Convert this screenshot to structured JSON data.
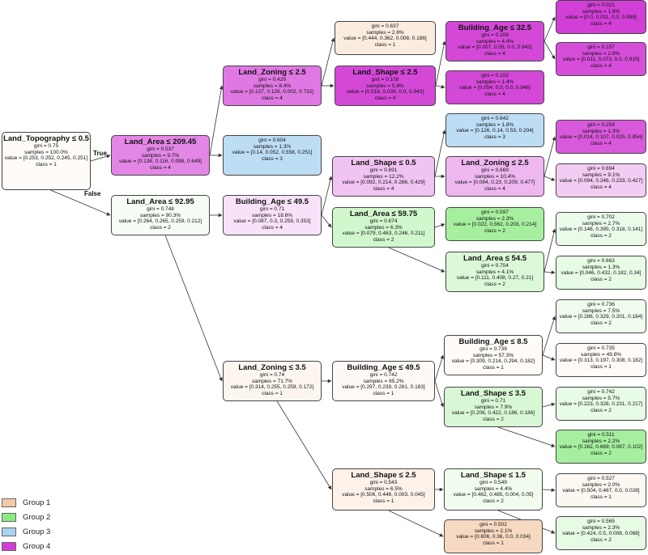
{
  "class_colors": {
    "1": "#f4c9a8",
    "2": "#8cea82",
    "3": "#a9d3f2",
    "4": "#d23fd6"
  },
  "edge_labels": {
    "true": "True",
    "false": "False"
  },
  "legend": [
    {
      "label": "Group 1",
      "color": "#f4c9a8"
    },
    {
      "label": "Group 2",
      "color": "#8cea82"
    },
    {
      "label": "Group 3",
      "color": "#a9d3f2"
    },
    {
      "label": "Group 4",
      "color": "#d23fd6"
    }
  ],
  "nodes": [
    {
      "id": "n0",
      "title": "Land_Topography ≤ 0.5",
      "gini": "gini = 0.75",
      "samples": "samples = 100.0%",
      "value": "value = [0.253, 0.252, 0.245, 0.251]",
      "klass": "class = 1",
      "cls": 1,
      "purity": 0.0
    },
    {
      "id": "n1",
      "title": "Land_Area ≤ 209.45",
      "gini": "gini = 0.537",
      "samples": "samples = 9.7%",
      "value": "value = [0.138, 0.116, 0.098, 0.649]",
      "klass": "class = 4",
      "cls": 4,
      "purity": 0.6
    },
    {
      "id": "n2",
      "title": "Land_Area ≤ 92.95",
      "gini": "gini = 0.748",
      "samples": "samples = 90.3%",
      "value": "value = [0.264, 0.265, 0.259, 0.212]",
      "klass": "class = 2",
      "cls": 2,
      "purity": 0.0
    },
    {
      "id": "n3",
      "title": "Land_Zoning ≤ 2.5",
      "gini": "gini = 0.429",
      "samples": "samples = 8.4%",
      "value": "value = [0.137, 0.129, 0.002, 0.732]",
      "klass": "class = 4",
      "cls": 4,
      "purity": 0.68
    },
    {
      "id": "n4",
      "title": "",
      "gini": "gini = 0.604",
      "samples": "samples = 1.3%",
      "value": "value = [0.14, 0.052, 0.558, 0.251]",
      "klass": "class = 3",
      "cls": 3,
      "purity": 0.75
    },
    {
      "id": "n5",
      "title": "Building_Age ≤ 49.5",
      "gini": "gini = 0.71",
      "samples": "samples = 18.6%",
      "value": "value = [0.087, 0.3, 0.259, 0.353]",
      "klass": "class = 4",
      "cls": 4,
      "purity": 0.08
    },
    {
      "id": "n6",
      "title": "Land_Zoning ≤ 3.5",
      "gini": "gini = 0.74",
      "samples": "samples = 71.7%",
      "value": "value = [0.314, 0.255, 0.259, 0.172]",
      "klass": "class = 1",
      "cls": 1,
      "purity": 0.1
    },
    {
      "id": "n7",
      "title": "",
      "gini": "gini = 0.637",
      "samples": "samples = 2.6%",
      "value": "value = [0.444, 0.362, 0.008, 0.186]",
      "klass": "class = 1",
      "cls": 1,
      "purity": 0.3
    },
    {
      "id": "n8",
      "title": "Land_Shape ≤ 2.5",
      "gini": "gini = 0.108",
      "samples": "samples = 5.8%",
      "value": "value = [0.018, 0.039, 0.0, 0.943]",
      "klass": "class = 4",
      "cls": 4,
      "purity": 0.95
    },
    {
      "id": "n9",
      "title": "Land_Shape ≤ 0.5",
      "gini": "gini = 0.691",
      "samples": "samples = 12.2%",
      "value": "value = [0.092, 0.214, 0.266, 0.429]",
      "klass": "class = 4",
      "cls": 4,
      "purity": 0.25
    },
    {
      "id": "n10",
      "title": "Land_Area ≤ 59.75",
      "gini": "gini = 0.674",
      "samples": "samples = 6.3%",
      "value": "value = [0.079, 0.463, 0.246, 0.211]",
      "klass": "class = 2",
      "cls": 2,
      "purity": 0.35
    },
    {
      "id": "n11",
      "title": "Building_Age ≤ 49.5",
      "gini": "gini = 0.742",
      "samples": "samples = 65.2%",
      "value": "value = [0.297, 0.239, 0.281, 0.183]",
      "klass": "class = 1",
      "cls": 1,
      "purity": 0.03
    },
    {
      "id": "n12",
      "title": "Land_Shape ≤ 2.5",
      "gini": "gini = 0.543",
      "samples": "samples = 6.5%",
      "value": "value = [0.506, 0.446, 0.003, 0.045]",
      "klass": "class = 1",
      "cls": 1,
      "purity": 0.17
    },
    {
      "id": "n13",
      "title": "Building_Age ≤ 32.5",
      "gini": "gini = 0.109",
      "samples": "samples = 4.4%",
      "value": "value = [0.007, 0.05, 0.0, 0.942]",
      "klass": "class = 4",
      "cls": 4,
      "purity": 0.95
    },
    {
      "id": "n14",
      "title": "",
      "gini": "gini = 0.102",
      "samples": "samples = 1.4%",
      "value": "value = [0.054, 0.0, 0.0, 0.946]",
      "klass": "class = 4",
      "cls": 4,
      "purity": 0.95
    },
    {
      "id": "n15",
      "title": "",
      "gini": "gini = 0.642",
      "samples": "samples = 1.8%",
      "value": "value = [0.126, 0.14, 0.53, 0.204]",
      "klass": "class = 3",
      "cls": 3,
      "purity": 0.75
    },
    {
      "id": "n16",
      "title": "Land_Zoning ≤ 2.5",
      "gini": "gini = 0.669",
      "samples": "samples = 10.4%",
      "value": "value = [0.084, 0.23, 0.209, 0.477]",
      "klass": "class = 4",
      "cls": 4,
      "purity": 0.32
    },
    {
      "id": "n17",
      "title": "",
      "gini": "gini = 0.597",
      "samples": "samples = 2.3%",
      "value": "value = [0.022, 0.562, 0.203, 0.214]",
      "klass": "class = 2",
      "cls": 2,
      "purity": 0.75
    },
    {
      "id": "n18",
      "title": "Land_Area ≤ 54.5",
      "gini": "gini = 0.704",
      "samples": "samples = 4.1%",
      "value": "value = [0.111, 0.408, 0.27, 0.21]",
      "klass": "class = 2",
      "cls": 2,
      "purity": 0.25
    },
    {
      "id": "n19",
      "title": "Building_Age ≤ 8.5",
      "gini": "gini = 0.739",
      "samples": "samples = 57.3%",
      "value": "value = [0.309, 0.214, 0.294, 0.182]",
      "klass": "class = 1",
      "cls": 1,
      "purity": 0.0
    },
    {
      "id": "n20",
      "title": "Land_Shape ≤ 3.5",
      "gini": "gini = 0.71",
      "samples": "samples = 7.9%",
      "value": "value = [0.206, 0.422, 0.186, 0.186]",
      "klass": "class = 2",
      "cls": 2,
      "purity": 0.28
    },
    {
      "id": "n21",
      "title": "Land_Shape ≤ 1.5",
      "gini": "gini = 0.549",
      "samples": "samples = 4.4%",
      "value": "value = [0.462, 0.485, 0.004, 0.05]",
      "klass": "class = 2",
      "cls": 2,
      "purity": 0.05
    },
    {
      "id": "n22",
      "title": "",
      "gini": "gini = 0.502",
      "samples": "samples = 2.1%",
      "value": "value = [0.606, 0.36, 0.0, 0.034]",
      "klass": "class = 1",
      "cls": 1,
      "purity": 0.7
    },
    {
      "id": "n23",
      "title": "",
      "gini": "gini = 0.021",
      "samples": "samples = 1.6%",
      "value": "value = [0.0, 0.011, 0.0, 0.989]",
      "klass": "class = 4",
      "cls": 4,
      "purity": 1.0
    },
    {
      "id": "n24",
      "title": "",
      "gini": "gini = 0.157",
      "samples": "samples = 2.8%",
      "value": "value = [0.011, 0.073, 0.0, 0.915]",
      "klass": "class = 4",
      "cls": 4,
      "purity": 0.92
    },
    {
      "id": "n25",
      "title": "",
      "gini": "gini = 0.259",
      "samples": "samples = 1.3%",
      "value": "value = [0.014, 0.107, 0.025, 0.854]",
      "klass": "class = 4",
      "cls": 4,
      "purity": 0.85
    },
    {
      "id": "n26",
      "title": "",
      "gini": "gini = 0.694",
      "samples": "samples = 9.1%",
      "value": "value = [0.094, 0.246, 0.233, 0.427]",
      "klass": "class = 4",
      "cls": 4,
      "purity": 0.2
    },
    {
      "id": "n27",
      "title": "",
      "gini": "gini = 0.702",
      "samples": "samples = 2.7%",
      "value": "value = [0.146, 0.395, 0.318, 0.141]",
      "klass": "class = 2",
      "cls": 2,
      "purity": 0.1
    },
    {
      "id": "n28",
      "title": "",
      "gini": "gini = 0.663",
      "samples": "samples = 1.3%",
      "value": "value = [0.046, 0.432, 0.182, 0.34]",
      "klass": "class = 2",
      "cls": 2,
      "purity": 0.14
    },
    {
      "id": "n29",
      "title": "",
      "gini": "gini = 0.736",
      "samples": "samples = 7.5%",
      "value": "value = [0.286, 0.329, 0.201, 0.184]",
      "klass": "class = 2",
      "cls": 2,
      "purity": 0.06
    },
    {
      "id": "n30",
      "title": "",
      "gini": "gini = 0.735",
      "samples": "samples = 49.8%",
      "value": "value = [0.313, 0.197, 0.308, 0.182]",
      "klass": "class = 1",
      "cls": 1,
      "purity": 0.01
    },
    {
      "id": "n31",
      "title": "",
      "gini": "gini = 0.742",
      "samples": "samples = 5.7%",
      "value": "value = [0.223, 0.328, 0.231, 0.217]",
      "klass": "class = 2",
      "cls": 2,
      "purity": 0.13
    },
    {
      "id": "n32",
      "title": "",
      "gini": "gini = 0.511",
      "samples": "samples = 2.2%",
      "value": "value = [0.162, 0.669, 0.067, 0.102]",
      "klass": "class = 2",
      "cls": 2,
      "purity": 0.75
    },
    {
      "id": "n33",
      "title": "",
      "gini": "gini = 0.527",
      "samples": "samples = 2.0%",
      "value": "value = [0.504, 0.467, 0.0, 0.028]",
      "klass": "class = 1",
      "cls": 1,
      "purity": 0.08
    },
    {
      "id": "n34",
      "title": "",
      "gini": "gini = 0.565",
      "samples": "samples = 2.3%",
      "value": "value = [0.424, 0.5, 0.008, 0.068]",
      "klass": "class = 2",
      "cls": 2,
      "purity": 0.15
    }
  ],
  "edges": [
    [
      "n0",
      "n1"
    ],
    [
      "n0",
      "n2"
    ],
    [
      "n1",
      "n3"
    ],
    [
      "n1",
      "n4"
    ],
    [
      "n2",
      "n5"
    ],
    [
      "n2",
      "n6"
    ],
    [
      "n3",
      "n7"
    ],
    [
      "n3",
      "n8"
    ],
    [
      "n8",
      "n13"
    ],
    [
      "n8",
      "n14"
    ],
    [
      "n13",
      "n23"
    ],
    [
      "n13",
      "n24"
    ],
    [
      "n5",
      "n9"
    ],
    [
      "n5",
      "n10"
    ],
    [
      "n9",
      "n15"
    ],
    [
      "n9",
      "n16"
    ],
    [
      "n16",
      "n25"
    ],
    [
      "n16",
      "n26"
    ],
    [
      "n10",
      "n17"
    ],
    [
      "n10",
      "n18"
    ],
    [
      "n18",
      "n27"
    ],
    [
      "n18",
      "n28"
    ],
    [
      "n6",
      "n11"
    ],
    [
      "n6",
      "n12"
    ],
    [
      "n11",
      "n19"
    ],
    [
      "n11",
      "n20"
    ],
    [
      "n19",
      "n29"
    ],
    [
      "n19",
      "n30"
    ],
    [
      "n20",
      "n31"
    ],
    [
      "n20",
      "n32"
    ],
    [
      "n12",
      "n21"
    ],
    [
      "n12",
      "n22"
    ],
    [
      "n21",
      "n33"
    ],
    [
      "n21",
      "n34"
    ]
  ]
}
